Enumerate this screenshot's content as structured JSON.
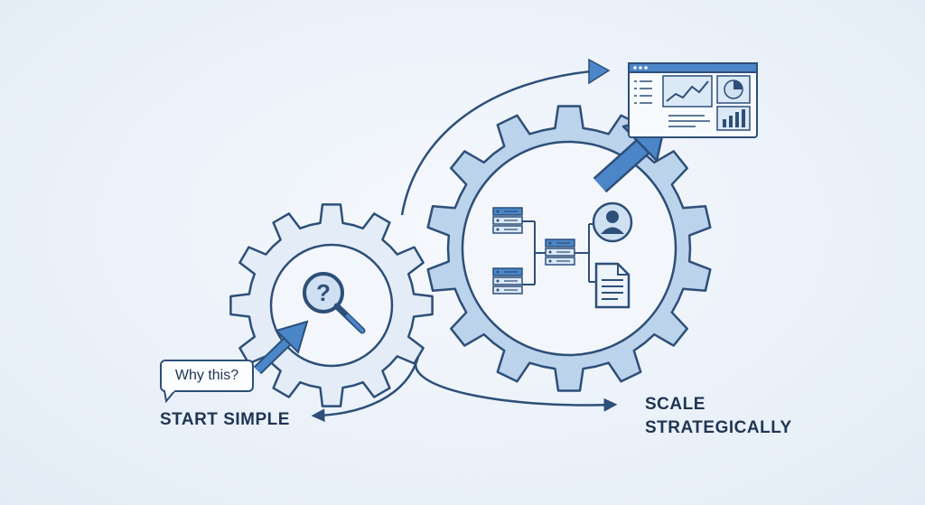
{
  "labels": {
    "start": "START SIMPLE",
    "scale_line1": "SCALE",
    "scale_line2": "STRATEGICALLY",
    "bubble": "Why this?"
  },
  "colors": {
    "ink": "#2d4f78",
    "gear_small_fill": "#e4edf7",
    "gear_large_fill": "#bcd3ec",
    "accent": "#4a86c8",
    "text": "#1f3552"
  },
  "icons": {
    "small_gear_center": "magnifier-question-icon",
    "large_gear_items": [
      "server-icon",
      "server-icon",
      "server-icon",
      "user-avatar-icon",
      "document-icon"
    ],
    "dashboard": "dashboard-window-icon"
  }
}
